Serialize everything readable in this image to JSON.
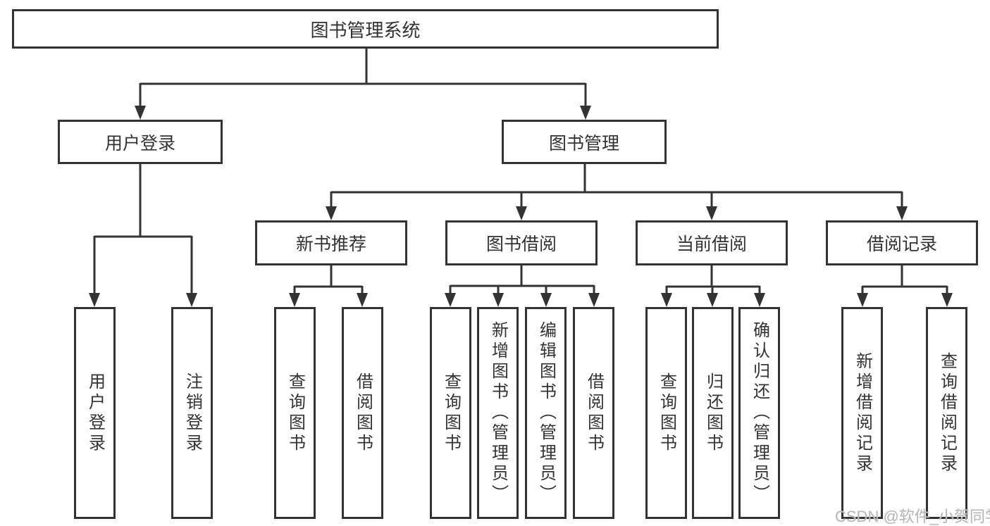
{
  "diagram": {
    "title": "图书管理系统",
    "level2": [
      {
        "label": "用户登录"
      },
      {
        "label": "图书管理"
      }
    ],
    "level3": [
      {
        "label": "新书推荐"
      },
      {
        "label": "图书借阅"
      },
      {
        "label": "当前借阅"
      },
      {
        "label": "借阅记录"
      }
    ],
    "leaves": [
      {
        "label": "用户登录"
      },
      {
        "label": "注销登录"
      },
      {
        "label": "查询图书"
      },
      {
        "label": "借阅图书"
      },
      {
        "label": "查询图书"
      },
      {
        "label": "新增图书（管理员）"
      },
      {
        "label": "编辑图书（管理员）"
      },
      {
        "label": "借阅图书"
      },
      {
        "label": "查询图书"
      },
      {
        "label": "归还图书"
      },
      {
        "label": "确认归还（管理员）"
      },
      {
        "label": "新增借阅记录"
      },
      {
        "label": "查询借阅记录"
      }
    ]
  },
  "watermark": {
    "text": "CSDN @软件_小贺同学"
  },
  "colors": {
    "line": "#333333",
    "box_border": "#333333",
    "text": "#333333",
    "watermark": "#b9b9b9",
    "background": "#ffffff"
  }
}
